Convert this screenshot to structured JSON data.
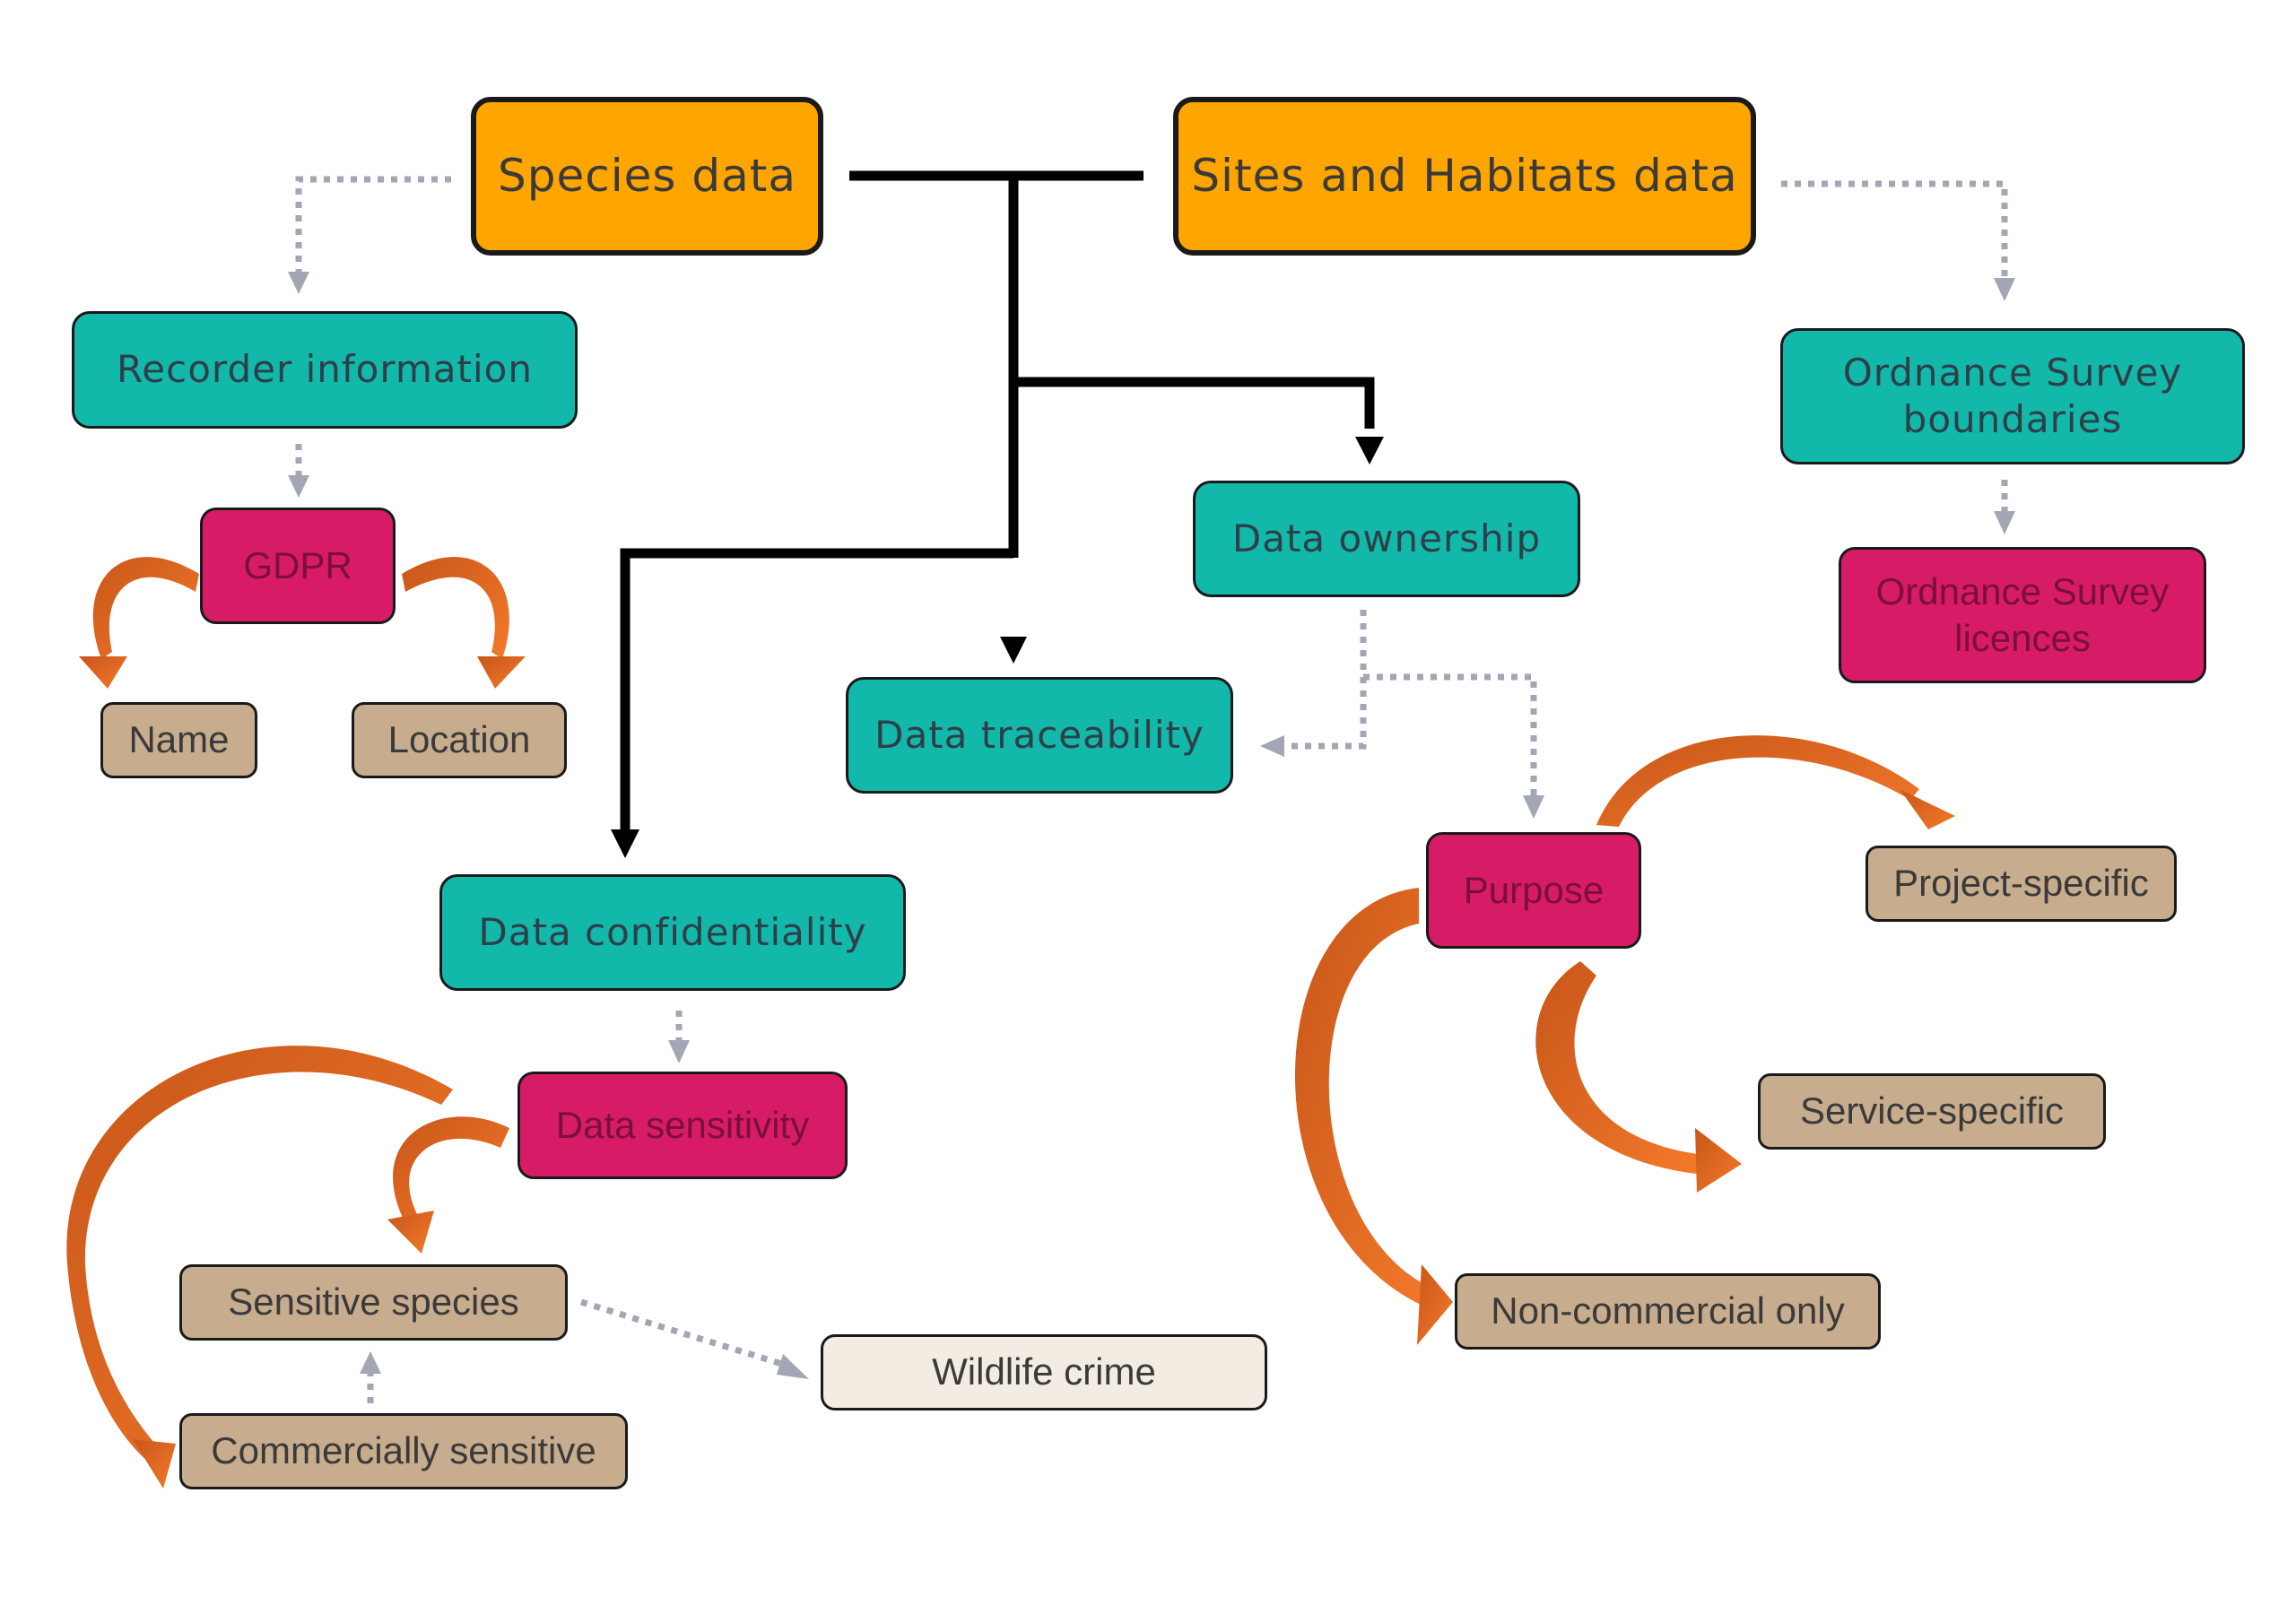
{
  "nodes": {
    "species_data": "Species data",
    "sites_habitats_data": "Sites and Habitats data",
    "recorder_information": "Recorder information",
    "gdpr": "GDPR",
    "name": "Name",
    "location": "Location",
    "os_boundaries": "Ordnance Survey boundaries",
    "os_licences": "Ordnance Survey licences",
    "data_ownership": "Data ownership",
    "data_traceability": "Data traceability",
    "data_confidentiality": "Data confidentiality",
    "data_sensitivity": "Data sensitivity",
    "sensitive_species": "Sensitive species",
    "commercially_sensitive": "Commercially sensitive",
    "wildlife_crime": "Wildlife crime",
    "purpose": "Purpose",
    "project_specific": "Project-specific",
    "service_specific": "Service-specific",
    "non_commercial_only": "Non-commercial only"
  },
  "colors": {
    "top_level": "#FFA500",
    "category": "#12B8AA",
    "issue": "#D81B66",
    "detail": "#C8AC8E",
    "outcome": "#F3ECE2",
    "solid_connector": "#000000",
    "dotted_connector": "#A3A6B4",
    "curved_arrow": "#F07B2A"
  }
}
